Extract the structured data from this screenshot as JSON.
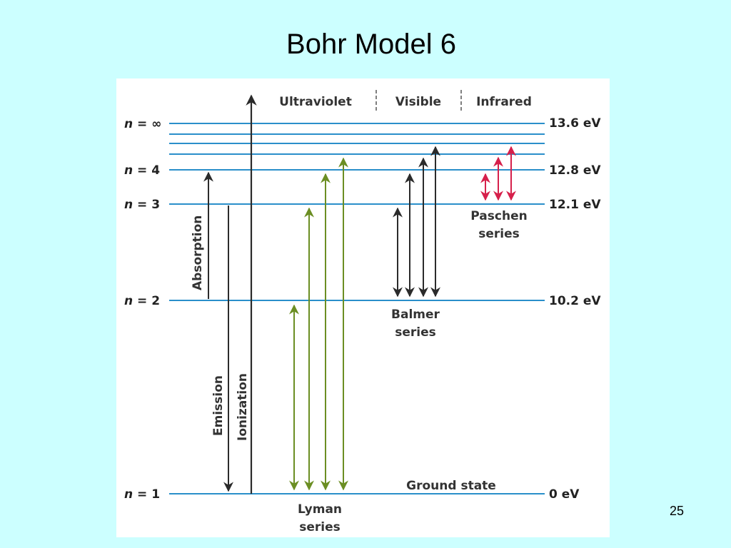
{
  "title": "Bohr Model  6",
  "page_number": "25",
  "colors": {
    "background": "#ccffff",
    "level_line": "#2a8fca",
    "arrow_black": "#2b2b2b",
    "lyman_green": "#6b8e23",
    "paschen_red": "#d6204b"
  },
  "regions": [
    "Ultraviolet",
    "Visible",
    "Infrared"
  ],
  "levels": [
    {
      "n": "∞",
      "energy": "13.6 eV"
    },
    {
      "n": "4",
      "energy": "12.8 eV"
    },
    {
      "n": "3",
      "energy": "12.1 eV"
    },
    {
      "n": "2",
      "energy": "10.2 eV"
    },
    {
      "n": "1",
      "energy": "0 eV"
    }
  ],
  "n_prefix": "n",
  "labels": {
    "absorption": "Absorption",
    "emission": "Emission",
    "ionization": "Ionization",
    "ground_state": "Ground state",
    "lyman_1": "Lyman",
    "lyman_2": "series",
    "balmer_1": "Balmer",
    "balmer_2": "series",
    "paschen_1": "Paschen",
    "paschen_2": "series"
  }
}
